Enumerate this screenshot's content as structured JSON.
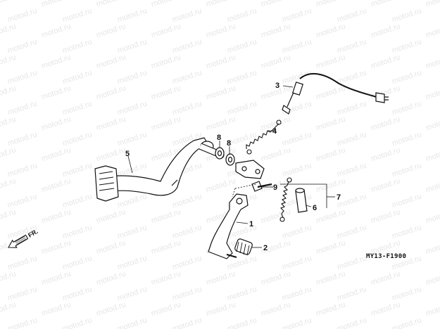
{
  "diagram": {
    "reference_code": "MY13-F1900",
    "direction_label": "FR.",
    "watermark_text": "motod.ru",
    "callouts": [
      {
        "id": "1",
        "label": "1"
      },
      {
        "id": "2",
        "label": "2"
      },
      {
        "id": "3",
        "label": "3"
      },
      {
        "id": "4",
        "label": "4"
      },
      {
        "id": "5",
        "label": "5"
      },
      {
        "id": "6",
        "label": "6"
      },
      {
        "id": "7",
        "label": "7"
      },
      {
        "id": "8a",
        "label": "8"
      },
      {
        "id": "8b",
        "label": "8"
      },
      {
        "id": "9",
        "label": "9"
      }
    ],
    "parts": [
      {
        "name": "rear-brake-pedal",
        "callout": "5"
      },
      {
        "name": "rear-stop-switch",
        "callout": "3"
      },
      {
        "name": "stop-switch-spring",
        "callout": "4"
      },
      {
        "name": "gearshift-pedal",
        "callout": "1"
      },
      {
        "name": "gearshift-pedal-rubber",
        "callout": "2"
      },
      {
        "name": "collar",
        "callout": "6"
      },
      {
        "name": "return-spring",
        "callout": "7"
      },
      {
        "name": "washer",
        "callout": "8"
      },
      {
        "name": "bolt",
        "callout": "9"
      }
    ],
    "colors": {
      "line": "#111111",
      "watermark": "#e6e6e6"
    }
  }
}
